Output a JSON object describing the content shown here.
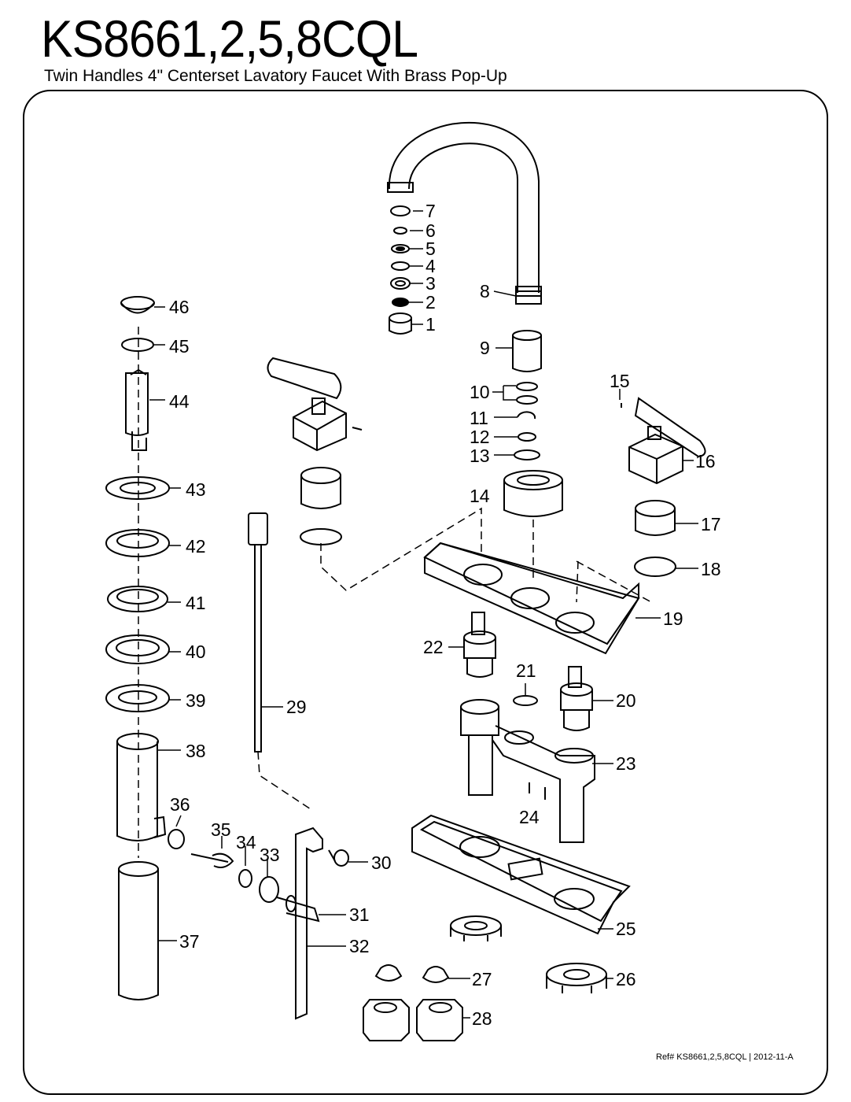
{
  "header": {
    "model": "KS8661,2,5,8CQL",
    "description": "Twin Handles 4\" Centerset Lavatory Faucet With Brass Pop-Up"
  },
  "footer": {
    "reference": "Ref# KS8661,2,5,8CQL | 2012-11-A"
  },
  "part_labels": [
    "1",
    "2",
    "3",
    "4",
    "5",
    "6",
    "7",
    "8",
    "9",
    "10",
    "11",
    "12",
    "13",
    "14",
    "15",
    "16",
    "17",
    "18",
    "19",
    "20",
    "21",
    "22",
    "23",
    "24",
    "25",
    "26",
    "27",
    "28",
    "29",
    "30",
    "31",
    "32",
    "33",
    "34",
    "35",
    "36",
    "37",
    "38",
    "39",
    "40",
    "41",
    "42",
    "43",
    "44",
    "45",
    "46"
  ]
}
